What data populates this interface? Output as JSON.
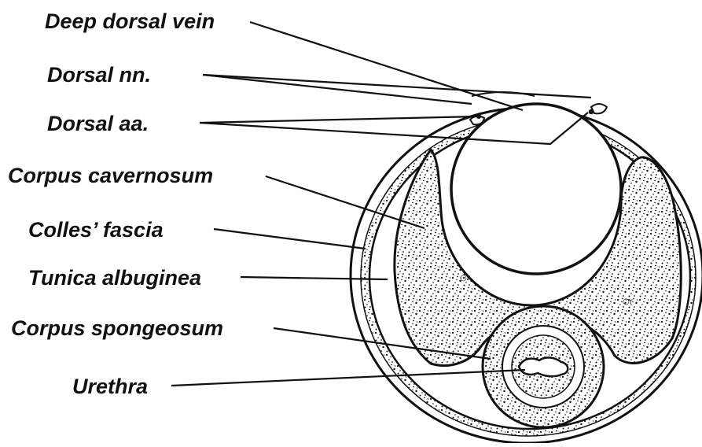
{
  "labels": {
    "deep_dorsal_vein": "Deep dorsal vein",
    "dorsal_nn": "Dorsal nn.",
    "dorsal_aa": "Dorsal aa.",
    "corpus_cavernosum": "Corpus cavernosum",
    "colles_fascia": "Colles’ fascia",
    "tunica_albuginea": "Tunica albuginea",
    "corpus_spongeosum": "Corpus spongeosum",
    "urethra": "Urethra"
  },
  "colors": {
    "ink": "#111111",
    "background": "#ffffff"
  }
}
